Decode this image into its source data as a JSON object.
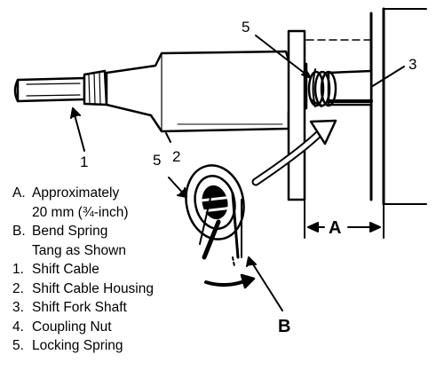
{
  "callouts": {
    "shift_cable": "1",
    "shift_cable_housing": "2",
    "shift_fork_shaft": "3",
    "locking_spring_top": "5",
    "locking_spring_detail": "5",
    "dimension_a": "A",
    "detail_b": "B"
  },
  "legend": [
    {
      "key": "A.",
      "lines": [
        "Approximately",
        "20 mm (¾-inch)"
      ]
    },
    {
      "key": "B.",
      "lines": [
        "Bend Spring",
        "Tang as Shown"
      ]
    },
    {
      "key": "1.",
      "lines": [
        "Shift Cable"
      ]
    },
    {
      "key": "2.",
      "lines": [
        "Shift Cable Housing"
      ]
    },
    {
      "key": "3.",
      "lines": [
        "Shift Fork Shaft"
      ]
    },
    {
      "key": "4.",
      "lines": [
        "Coupling Nut"
      ]
    },
    {
      "key": "5.",
      "lines": [
        "Locking Spring"
      ]
    }
  ]
}
